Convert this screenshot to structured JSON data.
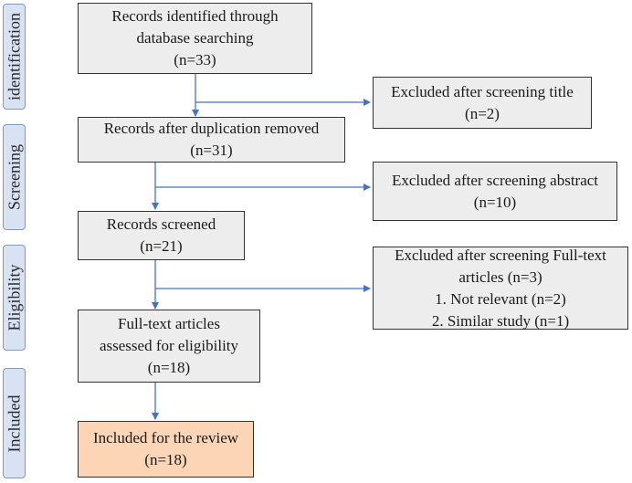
{
  "phases": [
    "identification",
    "Screening",
    "Eligibility",
    "Included"
  ],
  "main_boxes": [
    {
      "lines": [
        "Records identified through",
        "database searching",
        "(n=33)"
      ]
    },
    {
      "lines": [
        "Records after duplication removed",
        "(n=31)"
      ]
    },
    {
      "lines": [
        "Records screened",
        "(n=21)"
      ]
    },
    {
      "lines": [
        "Full-text articles",
        "assessed for eligibility",
        "(n=18)"
      ]
    },
    {
      "lines": [
        "Included for the review",
        "(n=18)"
      ]
    }
  ],
  "excluded_boxes": [
    {
      "lines": [
        "Excluded after screening title",
        "(n=2)"
      ]
    },
    {
      "lines": [
        "Excluded after screening abstract",
        "(n=10)"
      ]
    },
    {
      "lines": [
        "Excluded after screening Full-text",
        "articles (n=3)"
      ],
      "items": [
        "1.   Not relevant (n=2)",
        "2.   Similar  study (n=1)"
      ]
    }
  ],
  "colors": {
    "phase_fill": "#d7e2f2",
    "box_fill": "#ededed",
    "final_fill": "#fbd5b5",
    "arrow": "#4472c4"
  }
}
